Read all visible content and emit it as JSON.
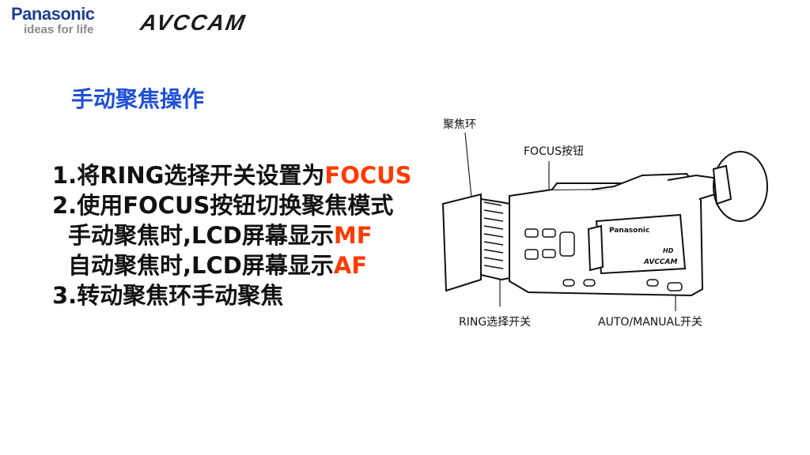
{
  "header": {
    "brand_name": "Panasonic",
    "brand_tagline": "ideas for life",
    "product_logo": "AVCCAM"
  },
  "slide": {
    "title": "手动聚焦操作",
    "steps": [
      {
        "text": "1.将RING选择开关设置为",
        "highlight": "FOCUS"
      },
      {
        "text": "2.使用FOCUS按钮切换聚焦模式",
        "highlight": ""
      },
      {
        "text": "手动聚焦时,LCD屏幕显示",
        "highlight": "MF"
      },
      {
        "text": "自动聚焦时,LCD屏幕显示",
        "highlight": "AF"
      },
      {
        "text": "3.转动聚焦环手动聚焦",
        "highlight": ""
      }
    ],
    "highlight_color": "#ff3b00",
    "title_color": "#1f4fd6"
  },
  "diagram": {
    "labels": {
      "focus_ring": "聚焦环",
      "focus_button": "FOCUS按钮",
      "ring_switch": "RING选择开关",
      "auto_manual_switch": "AUTO/MANUAL开关"
    },
    "camera_brand": "Panasonic",
    "camera_model": "AVCCAM",
    "hd_badge": "HD"
  }
}
